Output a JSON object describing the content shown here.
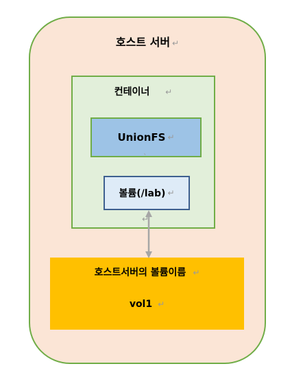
{
  "diagram": {
    "host_server": {
      "label": "호스트 서버",
      "fill": "#fbe5d6",
      "border": "#70ad47"
    },
    "container": {
      "label": "컨테이너",
      "fill": "#e2efda",
      "border": "#70ad47"
    },
    "unionfs": {
      "label": "UnionFS",
      "fill": "#9dc3e6",
      "border": "#70ad47"
    },
    "volume": {
      "label": "볼륨(/lab)",
      "fill": "#deebf7",
      "border": "#3d5f8f"
    },
    "host_volume": {
      "title": "호스트서버의 볼륨이름",
      "name": "vol1",
      "fill": "#ffc000"
    },
    "connector": {
      "type": "bidirectional-arrow",
      "from": "volume",
      "to": "host_volume",
      "color": "#a6a6a6"
    },
    "paragraph_mark": "↵"
  }
}
